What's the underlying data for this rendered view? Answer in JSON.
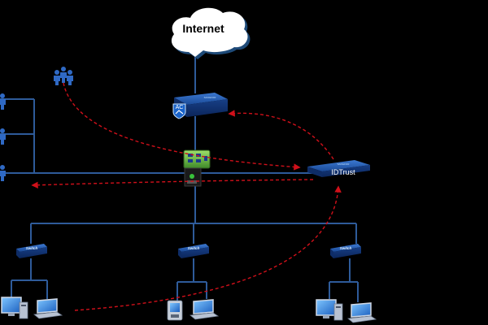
{
  "cloud": {
    "label": "Internet",
    "fill": "#ffffff",
    "glow": "#2a5f8f",
    "text_color": "#000000"
  },
  "devices": {
    "ac": {
      "badge": "AC",
      "brand": "SANGFOR",
      "icon": "access-controller"
    },
    "core_switch": {
      "icon": "core-switch-stack"
    },
    "idtrust": {
      "label": "IDTrust",
      "brand": "SANGFOR",
      "icon": "idtrust-appliance"
    },
    "access_switches": [
      {
        "label": "Switch",
        "icon": "access-switch"
      },
      {
        "label": "Switch",
        "icon": "access-switch"
      },
      {
        "label": "Switch",
        "icon": "access-switch"
      }
    ],
    "users": {
      "icon": "user-group"
    },
    "left_endpoints": {
      "icon": "user-figure"
    },
    "endpoint_groups": [
      {
        "icon": "desktop-and-laptop"
      },
      {
        "icon": "pda-and-laptop"
      },
      {
        "icon": "desktop-and-laptop"
      }
    ]
  },
  "colors": {
    "background": "#000000",
    "link": "#2e5b9a",
    "flow": "#d0101a",
    "device_body": "#123e8c",
    "device_top": "#2a63b8"
  },
  "flows": {
    "style": "dashed",
    "arrowheads": true
  }
}
